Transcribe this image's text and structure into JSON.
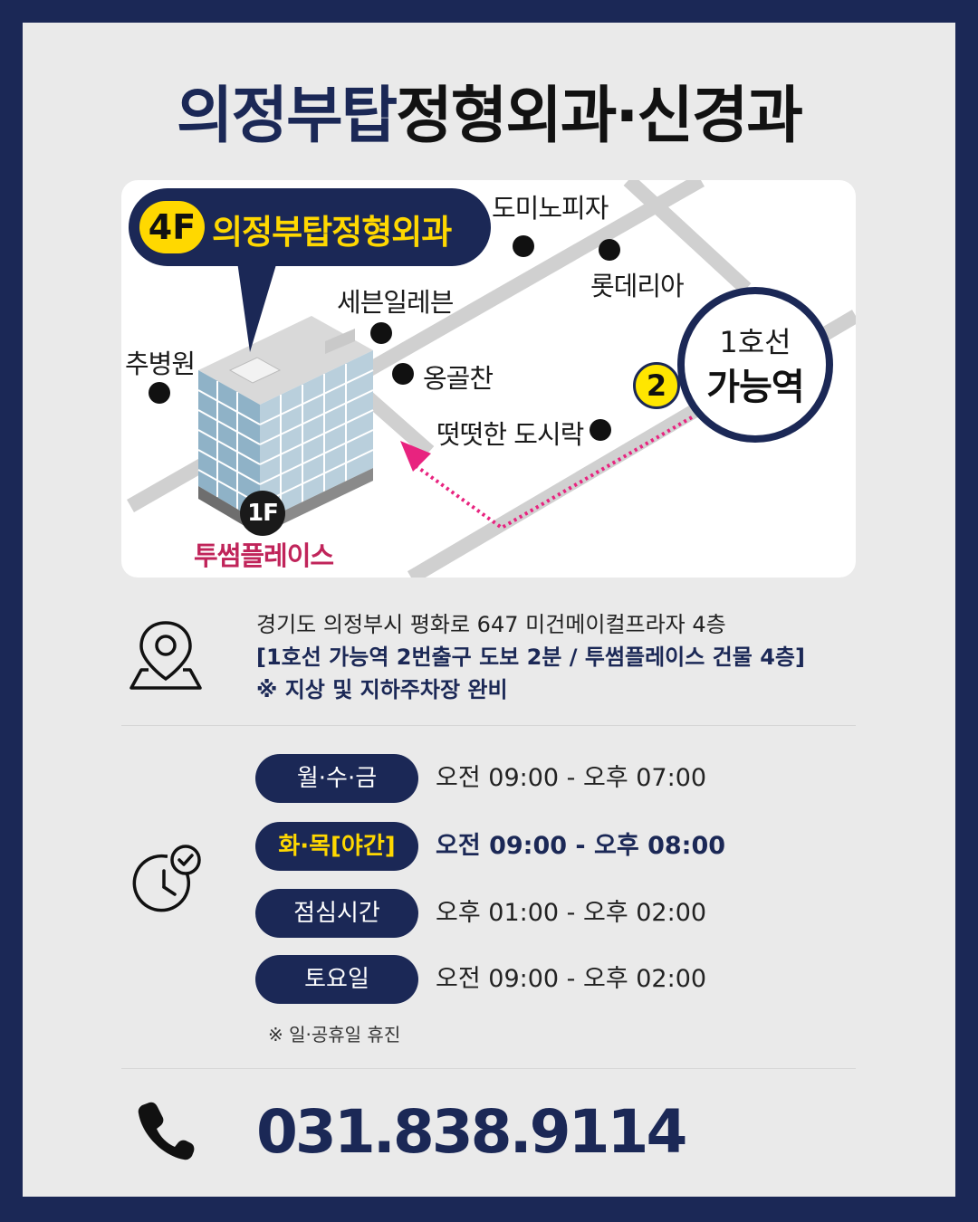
{
  "title": {
    "part1": "의정부탑",
    "part2": "정형외과·신경과"
  },
  "map": {
    "callout_floor": "4F",
    "callout_name": "의정부탑정형외과",
    "landmarks": {
      "dominos": "도미노피자",
      "lotteria": "롯데리아",
      "seven_eleven": "세븐일레븐",
      "chu_hospital": "추병원",
      "onggolchan": "옹골찬",
      "dosirak": "떳떳한 도시락"
    },
    "station_line": "1호선",
    "station_name": "가능역",
    "exit_number": "2",
    "building_floor": "1F",
    "building_name": "투썸플레이스"
  },
  "address": {
    "line1": "경기도 의정부시 평화로 647 미건메이컬프라자 4층",
    "line2": "[1호선 가능역 2번출구 도보 2분 / 투썸플레이스 건물 4층]",
    "line3": "※ 지상 및 지하주차장 완비"
  },
  "hours": [
    {
      "day": "월·수·금",
      "time": "오전 09:00 - 오후 07:00"
    },
    {
      "day": "화·목[야간]",
      "time": "오전 09:00 - 오후 08:00"
    },
    {
      "day": "점심시간",
      "time": "오후 01:00 - 오후 02:00"
    },
    {
      "day": "토요일",
      "time": "오전 09:00 - 오후 02:00"
    }
  ],
  "hours_note": "※ 일·공휴일 휴진",
  "phone": "031.838.9114",
  "colors": {
    "navy": "#1b2856",
    "yellow": "#ffd800",
    "pink": "#e8237f",
    "brand_red": "#c0245a"
  },
  "icons": {
    "address": "map-pin-icon",
    "hours": "clock-check-icon",
    "phone": "phone-icon"
  }
}
